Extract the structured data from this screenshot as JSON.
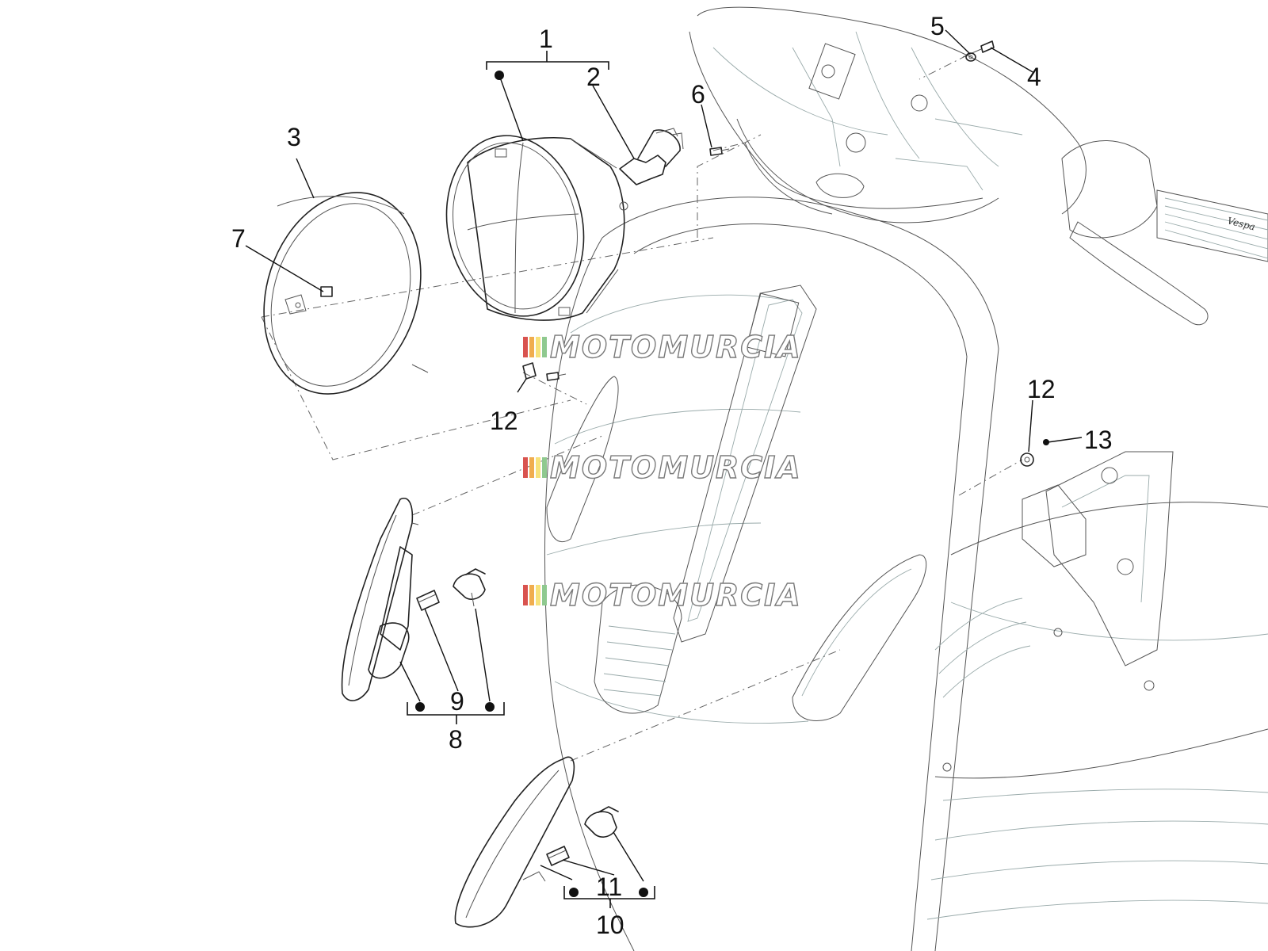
{
  "callouts": {
    "c1": "1",
    "c2": "2",
    "c3": "3",
    "c4": "4",
    "c5": "5",
    "c6": "6",
    "c7": "7",
    "c8": "8",
    "c9": "9",
    "c10": "10",
    "c11": "11",
    "c12a": "12",
    "c12b": "12",
    "c13": "13"
  },
  "watermark": {
    "text": "MOTOMURCIA",
    "colors": [
      "#d9534f",
      "#f0ad4e",
      "#f7e27a",
      "#8fc98f"
    ]
  },
  "grip_logo": "Vespa",
  "colors": {
    "line": "#222222",
    "background": "#ffffff"
  }
}
